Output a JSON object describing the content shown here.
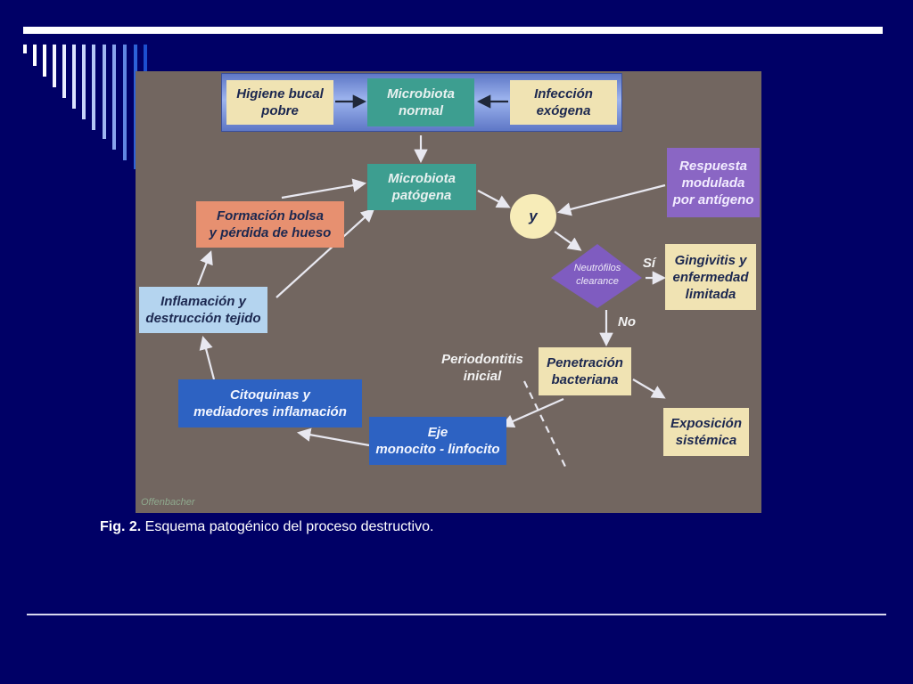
{
  "diagram": {
    "nodes": {
      "higiene": "Higiene bucal\npobre",
      "microbiota_normal": "Microbiota\nnormal",
      "infeccion": "Infección\nexógena",
      "microbiota_patogena": "Microbiota\npatógena",
      "respuesta": "Respuesta\nmodulada\npor antígeno",
      "y": "y",
      "neutrofilos": "Neutrófilos\nclearance",
      "gingivitis": "Gingivitis y\nenfermedad\nlimitada",
      "formacion": "Formación bolsa\ny pérdida de hueso",
      "inflamacion": "Inflamación y\ndestrucción tejido",
      "penetracion": "Penetración\nbacteriana",
      "periodontitis": "Periodontitis\ninicial",
      "exposicion": "Exposición\nsistémica",
      "citoquinas": "Citoquinas y\nmediadores inflamación",
      "eje": "Eje\nmonocito - linfocito"
    },
    "labels": {
      "si": "Sí",
      "no": "No"
    },
    "watermark": "Offenbacher",
    "colors": {
      "beige": "#f0e3b3",
      "teal": "#3d9e90",
      "salmon": "#e79070",
      "purple": "#8a66c4",
      "light_blue": "#b4d4ef",
      "blue": "#2d62c2",
      "arrow": "#e8e8f0",
      "figure_bg": "#726660"
    }
  },
  "caption": {
    "label": "Fig. 2.",
    "text": " Esquema patogénico del proceso destructivo."
  },
  "slide": {
    "background": "#000066"
  }
}
